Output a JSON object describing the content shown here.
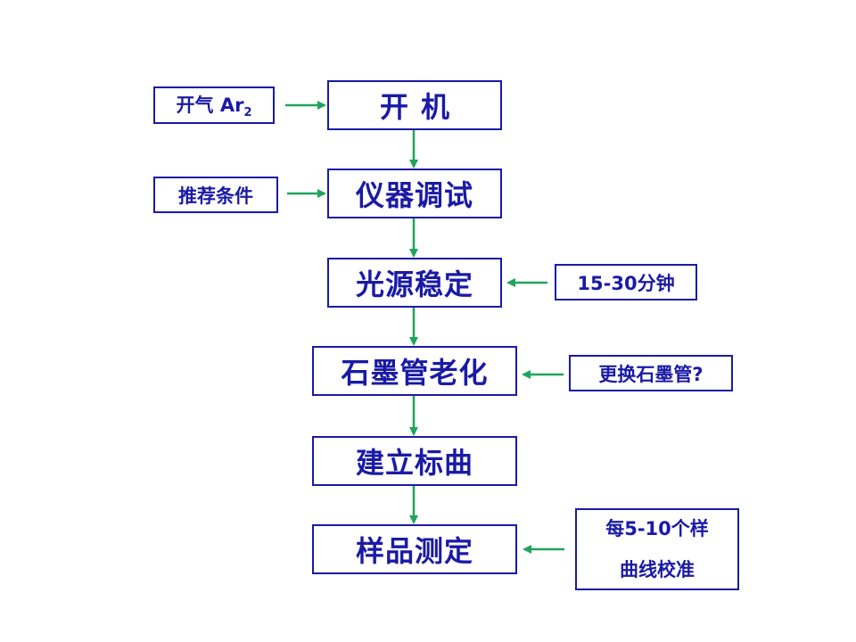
{
  "colors": {
    "box_border": "#1a1aa6",
    "box_text": "#1a1aa6",
    "arrow": "#1fa55a",
    "background": "#ffffff"
  },
  "steps": [
    "开机",
    "仪器调试",
    "光源稳定",
    "石墨管老化",
    "建立标曲",
    "样品测定"
  ],
  "inputs": {
    "gas": {
      "text": "开气 Ar",
      "subscript": "2"
    },
    "conditions": "推荐条件",
    "stabilize_time": "15-30分钟",
    "replace_tube": "更换石墨管?",
    "recalibrate": [
      "每5-10个样",
      "曲线校准"
    ]
  }
}
